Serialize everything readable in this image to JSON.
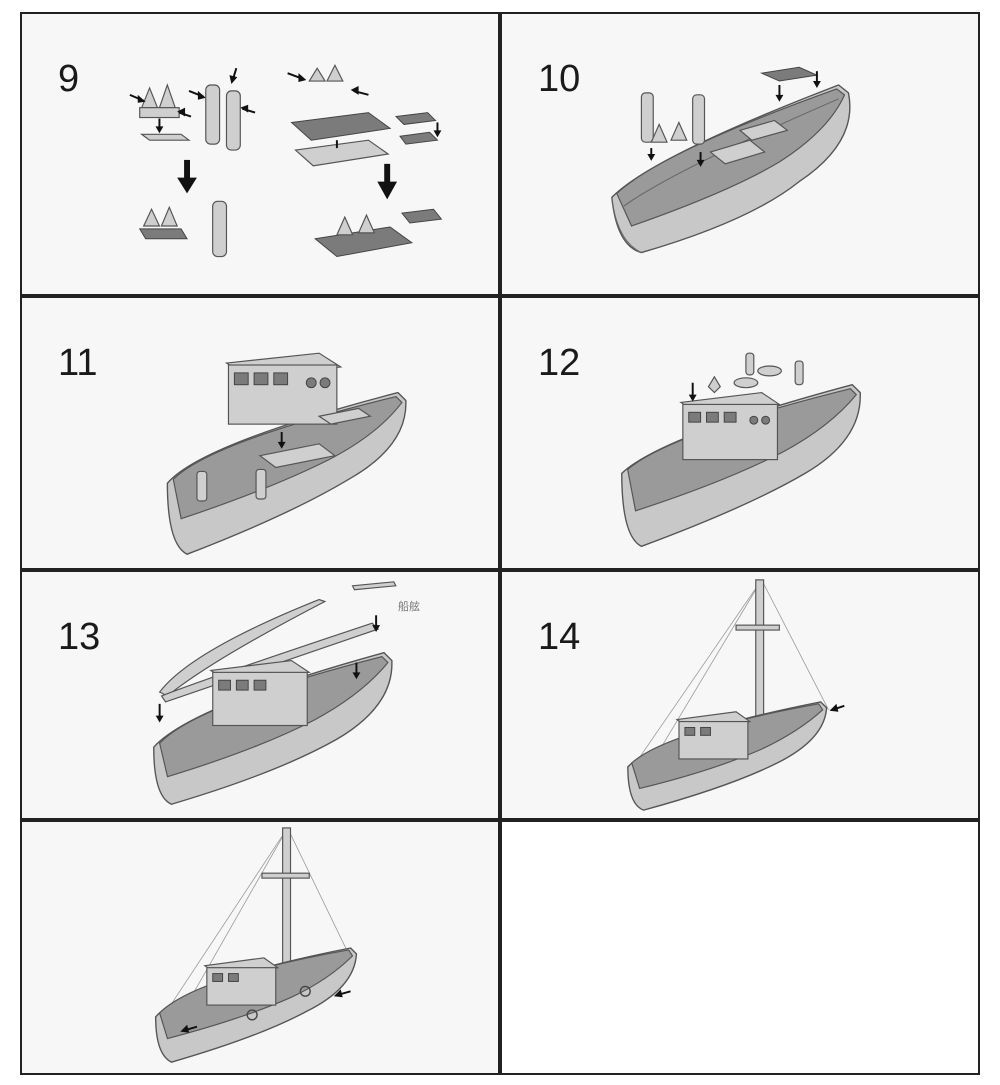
{
  "steps": [
    {
      "id": "9",
      "label": "9"
    },
    {
      "id": "10",
      "label": "10"
    },
    {
      "id": "11",
      "label": "11"
    },
    {
      "id": "12",
      "label": "12"
    },
    {
      "id": "13",
      "label": "13"
    },
    {
      "id": "14",
      "label": "14"
    },
    {
      "id": "15",
      "label": ""
    },
    {
      "id": "16",
      "label": ""
    }
  ],
  "annotations": {
    "step13_part_label": "船舷"
  },
  "colors": {
    "border": "#222222",
    "panel_bg": "#f7f7f7",
    "hull": "#c8c8c8",
    "deck": "#9a9a9a"
  }
}
